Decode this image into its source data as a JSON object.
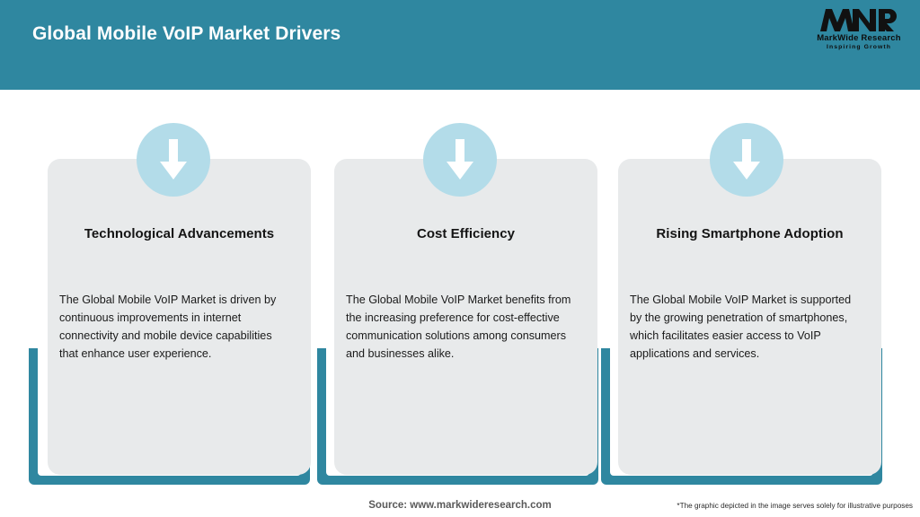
{
  "header": {
    "title": "Global Mobile VoIP Market Drivers",
    "bg_color": "#2f87a0",
    "title_color": "#ffffff"
  },
  "logo": {
    "mark": "MWR",
    "name": "MarkWide Research",
    "tagline": "Inspiring Growth"
  },
  "theme": {
    "accent": "#2f87a0",
    "icon_circle": "#b3dce9",
    "card_bg": "#e8eaeb",
    "page_bg": "#ffffff"
  },
  "cards": [
    {
      "icon": "arrow-down-icon",
      "title": "Technological Advancements",
      "body": "The Global Mobile VoIP Market is driven by continuous improvements in internet connectivity and mobile device capabilities that enhance user experience."
    },
    {
      "icon": "arrow-down-icon",
      "title": "Cost Efficiency",
      "body": "The Global Mobile VoIP Market benefits from the increasing preference for cost-effective communication solutions among consumers and businesses alike."
    },
    {
      "icon": "arrow-down-icon",
      "title": "Rising Smartphone Adoption",
      "body": "The Global Mobile VoIP Market is supported by the growing penetration of smartphones, which facilitates easier access to VoIP applications and services."
    }
  ],
  "footer": {
    "source": "Source: www.markwideresearch.com",
    "disclaimer": "*The graphic depicted in the image serves solely for illustrative purposes"
  }
}
